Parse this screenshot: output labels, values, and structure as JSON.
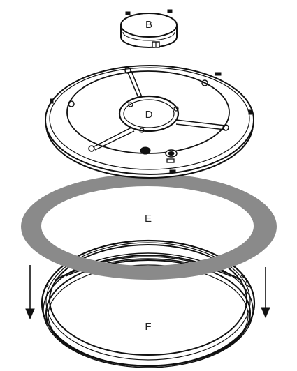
{
  "labels": {
    "b": "B",
    "d": "D",
    "e": "E",
    "f": "F"
  },
  "colors": {
    "line": "#111111",
    "gasket": "#8a8a8a",
    "background": "#ffffff"
  },
  "icons": {
    "left_arrow": "arrow-down-icon",
    "right_arrow": "arrow-down-icon"
  }
}
